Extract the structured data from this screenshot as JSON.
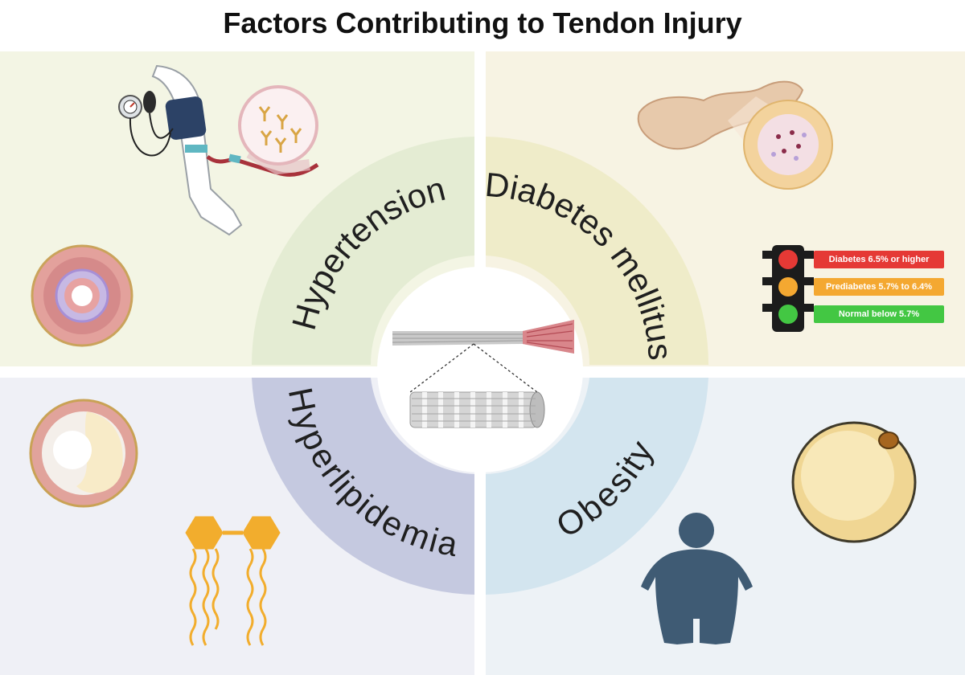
{
  "title": "Factors Contributing to Tendon Injury",
  "factors": {
    "hypertension": "Hypertension",
    "diabetes": "Diabetes mellitus",
    "hyperlipidemia": "Hyperlipidemia",
    "obesity": "Obesity"
  },
  "glucose_legend": {
    "diabetes": "Diabetes 6.5% or higher",
    "prediabetes": "Prediabetes 5.7% to 6.4%",
    "normal": "Normal below 5.7%"
  },
  "colors": {
    "hypertension_sector": "#e4ecd3",
    "diabetes_sector": "#efecc9",
    "hyperlipidemia_sector": "#c5c9e0",
    "obesity_sector": "#d3e5ef",
    "traffic_red": "#e53935",
    "traffic_orange": "#f4a831",
    "traffic_green": "#43c743",
    "silhouette": "#3f5b74"
  }
}
